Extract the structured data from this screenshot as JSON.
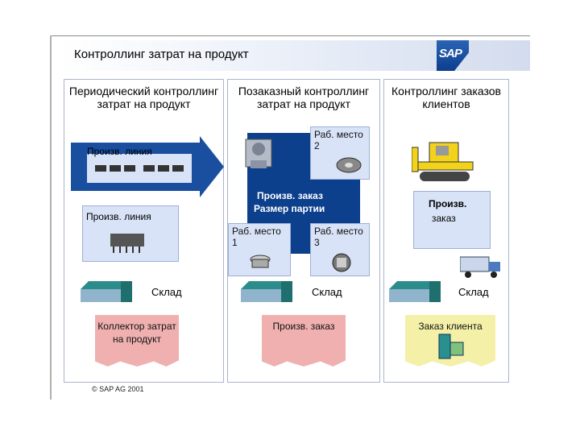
{
  "title": "Контроллинг затрат на продукт",
  "logo": "SAP",
  "columns": [
    {
      "heading": "Периодический контроллинг затрат на продукт",
      "arrow_label": "Произв. линия",
      "box_label": "Произв. линия",
      "warehouse": "Склад",
      "doc_label": "Коллектор затрат на продукт"
    },
    {
      "heading": "Позаказный контроллинг затрат на продукт",
      "center_label_1": "Произв. заказ",
      "center_label_2": "Размер партии",
      "wp1": "Раб. место 1",
      "wp2": "Раб. место 2",
      "wp3": "Раб. место 3",
      "warehouse": "Склад",
      "doc_label": "Произв. заказ"
    },
    {
      "heading": "Контроллинг заказов клиентов",
      "box_label_1": "Произв.",
      "box_label_2": "заказ",
      "warehouse": "Склад",
      "doc_label": "Заказ клиента"
    }
  ],
  "footer": "© SAP AG 2001",
  "colors": {
    "header_blue": "#0c3f8c",
    "box_light": "#d9e3f7",
    "doc_pink": "#f0b0b0",
    "doc_yellow": "#f4f0a8"
  }
}
